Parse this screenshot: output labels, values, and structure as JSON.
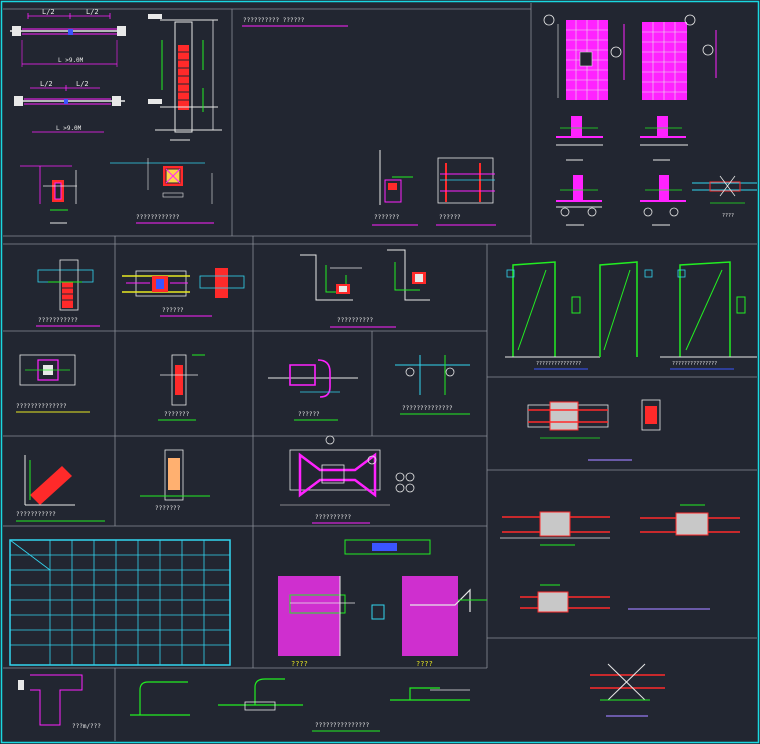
{
  "colors": {
    "background": "#222631",
    "frame": "#19d7e0",
    "grid": "#8a8e97",
    "white": "#e8e8e8",
    "magenta": "#ff22ff",
    "green": "#22ee22",
    "cyan": "#33d5f0",
    "red": "#ff2a2a",
    "yellow": "#e8e822",
    "blue": "#3a55ff",
    "purple": "#6a5aa8"
  },
  "labels": {
    "half_span_a": "L/2",
    "half_span_b": "L/2",
    "half_span_c": "L/2",
    "half_span_d": "L/2",
    "span_a": "L >9.0M",
    "span_b": "L >9.0M",
    "caption_top_mid": "?????????? ??????",
    "caption_stirrup": "????????????",
    "caption_corner_node": "???????????",
    "caption_junction": "??????????",
    "caption_wall_col": "??????????????",
    "caption_small_col": "???????",
    "caption_loop": "??????",
    "caption_hook": "??????????????",
    "caption_node_big": "??????????",
    "caption_wall_a": "????",
    "caption_wall_b": "????",
    "caption_beam_end": "???m/???",
    "caption_bottom_center": "???????????????",
    "caption_elev_a": "???????????????",
    "caption_elev_b": "???????????????",
    "caption_tiny": "??????",
    "caption_right_mid": "??????",
    "dim_mark": "????"
  }
}
